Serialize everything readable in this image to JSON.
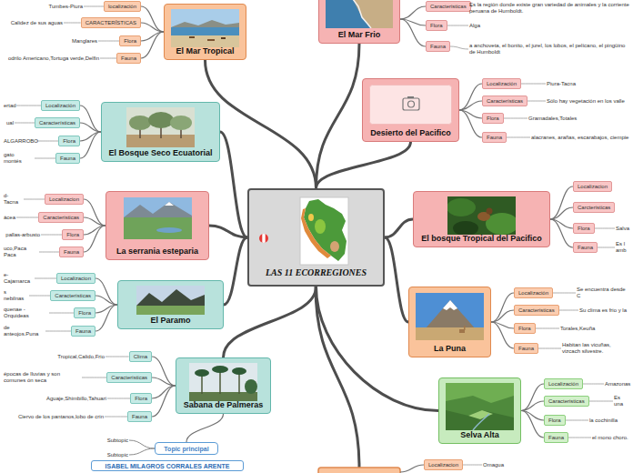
{
  "diagram": {
    "nodes": [
      {
        "text": [
          "LAS 11 ECORREGIONES"
        ]
      },
      {
        "text": [
          "El Mar Tropical"
        ]
      },
      {
        "text": [
          "localización"
        ]
      },
      {
        "text": [
          "Tumbes-Piura"
        ]
      },
      {
        "text": [
          "CARACTERÍSTICAS"
        ]
      },
      {
        "text": [
          "Calidez de sus aguas"
        ]
      },
      {
        "text": [
          "Flora"
        ]
      },
      {
        "text": [
          "Manglares"
        ]
      },
      {
        "text": [
          "Fauna"
        ]
      },
      {
        "text": [
          "odrilo Americano,Tortuga verde,Delfin"
        ]
      },
      {
        "text": [
          "El Mar Frio"
        ]
      },
      {
        "text": [
          "Caracteristicas"
        ]
      },
      {
        "text": [
          "Es la región donde existe gran variedad de animales y la corriente peruana de Humboldt."
        ]
      },
      {
        "text": [
          "Flora"
        ]
      },
      {
        "text": [
          "Alga"
        ]
      },
      {
        "text": [
          "Fauna"
        ]
      },
      {
        "text": [
          "a anchoveta, el bonito, el jurel, los lobos, el pelícano, el pingüino de Humboldt"
        ]
      },
      {
        "text": [
          "Desierto del Pacifico"
        ]
      },
      {
        "text": [
          "Localización"
        ]
      },
      {
        "text": [
          "Piura-Tacna"
        ]
      },
      {
        "text": [
          "Características"
        ]
      },
      {
        "text": [
          "Sólo hay vegetación en los valle"
        ]
      },
      {
        "text": [
          "Flora"
        ]
      },
      {
        "text": [
          "Gramadales,Totales"
        ]
      },
      {
        "text": [
          "Fauna"
        ]
      },
      {
        "text": [
          "alacranes, arañas, escarabajos, ciempie"
        ]
      },
      {
        "text": [
          "El Bosque Seco Ecuatorial"
        ]
      },
      {
        "text": [
          "Localización"
        ]
      },
      {
        "text": [
          "ertad"
        ]
      },
      {
        "text": [
          "Características"
        ]
      },
      {
        "text": [
          "ual"
        ]
      },
      {
        "text": [
          "Flora"
        ]
      },
      {
        "text": [
          "ALGARROBO"
        ]
      },
      {
        "text": [
          "Fauna"
        ]
      },
      {
        "text": [
          "gato montés"
        ]
      },
      {
        "text": [
          "El bosque Tropical del Pacifico"
        ]
      },
      {
        "text": [
          "Localizacion"
        ]
      },
      {
        "text": [
          "Carcteristicas"
        ]
      },
      {
        "text": [
          "Flora"
        ]
      },
      {
        "text": [
          "Salva"
        ]
      },
      {
        "text": [
          "Fauna"
        ]
      },
      {
        "text": [
          "Es l amb"
        ]
      },
      {
        "text": [
          "La serrania esteparia"
        ]
      },
      {
        "text": [
          "Localizacion"
        ]
      },
      {
        "text": [
          "d-Tacna"
        ]
      },
      {
        "text": [
          "Caracteristicas"
        ]
      },
      {
        "text": [
          "ácea"
        ]
      },
      {
        "text": [
          "Flora"
        ]
      },
      {
        "text": [
          "pallas-arbusto"
        ]
      },
      {
        "text": [
          "Fauna"
        ]
      },
      {
        "text": [
          "uco,Paca Paca"
        ]
      },
      {
        "text": [
          "El Paramo"
        ]
      },
      {
        "text": [
          "Localizacion"
        ]
      },
      {
        "text": [
          "e-Cajamarca"
        ]
      },
      {
        "text": [
          "Caracteristicas"
        ]
      },
      {
        "text": [
          "s nebilnas"
        ]
      },
      {
        "text": [
          "Flora"
        ]
      },
      {
        "text": [
          "quenae -Orquideas"
        ]
      },
      {
        "text": [
          "Fauna"
        ]
      },
      {
        "text": [
          "de anteojos.Puna"
        ]
      },
      {
        "text": [
          "La Puna"
        ]
      },
      {
        "text": [
          "Localización"
        ]
      },
      {
        "text": [
          "Se encuentra desde C"
        ]
      },
      {
        "text": [
          "Caracteristicas"
        ]
      },
      {
        "text": [
          "Su clima es frio y la"
        ]
      },
      {
        "text": [
          "Flora"
        ]
      },
      {
        "text": [
          "Torales,Keuña"
        ]
      },
      {
        "text": [
          "Fauna"
        ]
      },
      {
        "text": [
          "Habitan las vicuñas, vizcach silvestre."
        ]
      },
      {
        "text": [
          "Sabana de Palmeras"
        ]
      },
      {
        "text": [
          "Clima"
        ]
      },
      {
        "text": [
          "Tropical,Calido,Frio"
        ]
      },
      {
        "text": [
          "Caracteristicas"
        ]
      },
      {
        "text": [
          "épocas de lluvias y son comunes ón seca"
        ]
      },
      {
        "text": [
          "Flora"
        ]
      },
      {
        "text": [
          "Aguaje,Shimbillo,Tahuari"
        ]
      },
      {
        "text": [
          "Fauna"
        ]
      },
      {
        "text": [
          "Ciervo de los pantanos,lobo de crin"
        ]
      },
      {
        "text": [
          "Selva Alta"
        ]
      },
      {
        "text": [
          "Localización"
        ]
      },
      {
        "text": [
          "Amazonas"
        ]
      },
      {
        "text": [
          "Caracteristicas"
        ]
      },
      {
        "text": [
          "Es una"
        ]
      },
      {
        "text": [
          "Flora"
        ]
      },
      {
        "text": [
          "la cochinilla"
        ]
      },
      {
        "text": [
          "Fauna"
        ]
      },
      {
        "text": [
          "el mono choro."
        ]
      },
      {
        "text": [
          "Topic principal"
        ]
      },
      {
        "text": [
          "Subtopic"
        ]
      },
      {
        "text": [
          "Subtopic"
        ]
      },
      {
        "text": [
          "ISABEL MILAGROS CORRALES ARENTE"
        ]
      },
      {
        "text": [
          "Localizacion"
        ]
      },
      {
        "text": [
          "Omagua"
        ]
      }
    ],
    "edges": [
      {
        "from": 0,
        "to": 1,
        "arrow": "none"
      },
      {
        "from": 0,
        "to": 10,
        "arrow": "none"
      },
      {
        "from": 0,
        "to": 17,
        "arrow": "none"
      },
      {
        "from": 0,
        "to": 26,
        "arrow": "none"
      },
      {
        "from": 0,
        "to": 35,
        "arrow": "none"
      },
      {
        "from": 0,
        "to": 42,
        "arrow": "none"
      },
      {
        "from": 0,
        "to": 51,
        "arrow": "none"
      },
      {
        "from": 0,
        "to": 60,
        "arrow": "none"
      },
      {
        "from": 0,
        "to": 69,
        "arrow": "none"
      },
      {
        "from": 0,
        "to": 78,
        "arrow": "none"
      },
      {
        "from": 1,
        "to": 2,
        "arrow": "none"
      },
      {
        "from": 2,
        "to": 3,
        "arrow": "none"
      },
      {
        "from": 1,
        "to": 4,
        "arrow": "none"
      },
      {
        "from": 4,
        "to": 5,
        "arrow": "none"
      },
      {
        "from": 1,
        "to": 6,
        "arrow": "none"
      },
      {
        "from": 6,
        "to": 7,
        "arrow": "none"
      },
      {
        "from": 1,
        "to": 8,
        "arrow": "none"
      },
      {
        "from": 8,
        "to": 9,
        "arrow": "none"
      },
      {
        "from": 10,
        "to": 11,
        "arrow": "none"
      },
      {
        "from": 11,
        "to": 12,
        "arrow": "none"
      },
      {
        "from": 10,
        "to": 13,
        "arrow": "none"
      },
      {
        "from": 13,
        "to": 14,
        "arrow": "none"
      },
      {
        "from": 10,
        "to": 15,
        "arrow": "none"
      },
      {
        "from": 15,
        "to": 16,
        "arrow": "none"
      },
      {
        "from": 17,
        "to": 18,
        "arrow": "none"
      },
      {
        "from": 18,
        "to": 19,
        "arrow": "none"
      },
      {
        "from": 17,
        "to": 20,
        "arrow": "none"
      },
      {
        "from": 20,
        "to": 21,
        "arrow": "none"
      },
      {
        "from": 17,
        "to": 22,
        "arrow": "none"
      },
      {
        "from": 22,
        "to": 23,
        "arrow": "none"
      },
      {
        "from": 17,
        "to": 24,
        "arrow": "none"
      },
      {
        "from": 24,
        "to": 25,
        "arrow": "none"
      },
      {
        "from": 26,
        "to": 27,
        "arrow": "none"
      },
      {
        "from": 27,
        "to": 28,
        "arrow": "none"
      },
      {
        "from": 26,
        "to": 29,
        "arrow": "none"
      },
      {
        "from": 29,
        "to": 30,
        "arrow": "none"
      },
      {
        "from": 26,
        "to": 31,
        "arrow": "none"
      },
      {
        "from": 31,
        "to": 32,
        "arrow": "none"
      },
      {
        "from": 26,
        "to": 33,
        "arrow": "none"
      },
      {
        "from": 33,
        "to": 34,
        "arrow": "none"
      },
      {
        "from": 35,
        "to": 36,
        "arrow": "none"
      },
      {
        "from": 35,
        "to": 37,
        "arrow": "none"
      },
      {
        "from": 35,
        "to": 38,
        "arrow": "none"
      },
      {
        "from": 38,
        "to": 39,
        "arrow": "none"
      },
      {
        "from": 35,
        "to": 40,
        "arrow": "none"
      },
      {
        "from": 40,
        "to": 41,
        "arrow": "none"
      },
      {
        "from": 42,
        "to": 43,
        "arrow": "none"
      },
      {
        "from": 43,
        "to": 44,
        "arrow": "none"
      },
      {
        "from": 42,
        "to": 45,
        "arrow": "none"
      },
      {
        "from": 45,
        "to": 46,
        "arrow": "none"
      },
      {
        "from": 42,
        "to": 47,
        "arrow": "none"
      },
      {
        "from": 47,
        "to": 48,
        "arrow": "none"
      },
      {
        "from": 42,
        "to": 49,
        "arrow": "none"
      },
      {
        "from": 49,
        "to": 50,
        "arrow": "none"
      },
      {
        "from": 51,
        "to": 52,
        "arrow": "none"
      },
      {
        "from": 52,
        "to": 53,
        "arrow": "none"
      },
      {
        "from": 51,
        "to": 54,
        "arrow": "none"
      },
      {
        "from": 54,
        "to": 55,
        "arrow": "none"
      },
      {
        "from": 51,
        "to": 56,
        "arrow": "none"
      },
      {
        "from": 56,
        "to": 57,
        "arrow": "none"
      },
      {
        "from": 51,
        "to": 58,
        "arrow": "none"
      },
      {
        "from": 58,
        "to": 59,
        "arrow": "none"
      },
      {
        "from": 60,
        "to": 61,
        "arrow": "none"
      },
      {
        "from": 61,
        "to": 62,
        "arrow": "none"
      },
      {
        "from": 60,
        "to": 63,
        "arrow": "none"
      },
      {
        "from": 63,
        "to": 64,
        "arrow": "none"
      },
      {
        "from": 60,
        "to": 65,
        "arrow": "none"
      },
      {
        "from": 65,
        "to": 66,
        "arrow": "none"
      },
      {
        "from": 60,
        "to": 67,
        "arrow": "none"
      },
      {
        "from": 67,
        "to": 68,
        "arrow": "none"
      },
      {
        "from": 69,
        "to": 70,
        "arrow": "none"
      },
      {
        "from": 70,
        "to": 71,
        "arrow": "none"
      },
      {
        "from": 69,
        "to": 72,
        "arrow": "none"
      },
      {
        "from": 72,
        "to": 73,
        "arrow": "none"
      },
      {
        "from": 69,
        "to": 74,
        "arrow": "none"
      },
      {
        "from": 74,
        "to": 75,
        "arrow": "none"
      },
      {
        "from": 69,
        "to": 76,
        "arrow": "none"
      },
      {
        "from": 76,
        "to": 77,
        "arrow": "none"
      },
      {
        "from": 78,
        "to": 79,
        "arrow": "none"
      },
      {
        "from": 79,
        "to": 80,
        "arrow": "none"
      },
      {
        "from": 78,
        "to": 81,
        "arrow": "none"
      },
      {
        "from": 81,
        "to": 82,
        "arrow": "none"
      },
      {
        "from": 78,
        "to": 83,
        "arrow": "none"
      },
      {
        "from": 83,
        "to": 84,
        "arrow": "none"
      },
      {
        "from": 78,
        "to": 85,
        "arrow": "none"
      },
      {
        "from": 85,
        "to": 86,
        "arrow": "none"
      },
      {
        "from": 69,
        "to": 87,
        "arrow": "none"
      },
      {
        "from": 87,
        "to": 88,
        "arrow": "none"
      },
      {
        "from": 87,
        "to": 89,
        "arrow": "none"
      },
      {
        "from": 91,
        "to": 92,
        "arrow": "none"
      }
    ]
  }
}
